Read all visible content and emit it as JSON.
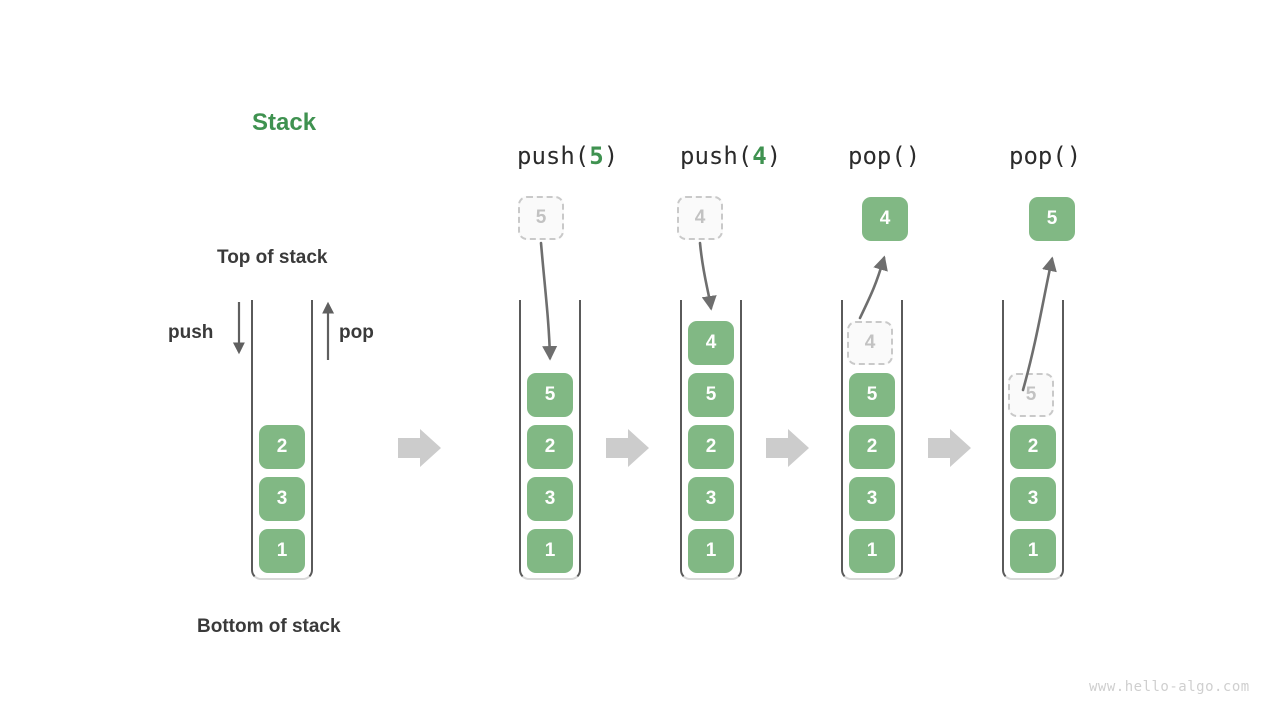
{
  "title": "Stack",
  "annotations": {
    "top_label": "Top of stack",
    "bottom_label": "Bottom of stack",
    "push_label": "push",
    "pop_label": "pop"
  },
  "watermark": "www.hello-algo.com",
  "colors": {
    "element_green": "#81b884",
    "title_green": "#3f9250",
    "ghost_border": "#c9c9c9",
    "ghost_text": "#c2c2c2",
    "label_dark": "#3a3a3a",
    "flow_arrow_gray": "#cccccc",
    "thin_arrow_gray": "#6e6e6e",
    "watermark_gray": "#cfcfcf"
  },
  "columns": [
    {
      "id": "initial",
      "op_prefix": "",
      "op_arg": "",
      "op_suffix": "",
      "has_op_label": false,
      "stack_values": [
        "2",
        "3",
        "1"
      ],
      "floating": null,
      "ghost_in_stack": null
    },
    {
      "id": "push-5",
      "op_prefix": "push(",
      "op_arg": "5",
      "op_suffix": ")",
      "has_op_label": true,
      "stack_values": [
        "5",
        "2",
        "3",
        "1"
      ],
      "floating": {
        "value": "5",
        "kind": "ghost"
      },
      "ghost_in_stack": null
    },
    {
      "id": "push-4",
      "op_prefix": "push(",
      "op_arg": "4",
      "op_suffix": ")",
      "has_op_label": true,
      "stack_values": [
        "4",
        "5",
        "2",
        "3",
        "1"
      ],
      "floating": {
        "value": "4",
        "kind": "ghost"
      },
      "ghost_in_stack": null
    },
    {
      "id": "pop-4",
      "op_prefix": "pop(",
      "op_arg": "",
      "op_suffix": ")",
      "has_op_label": true,
      "stack_values": [
        "5",
        "2",
        "3",
        "1"
      ],
      "floating": {
        "value": "4",
        "kind": "solid"
      },
      "ghost_in_stack": {
        "value": "4"
      }
    },
    {
      "id": "pop-5",
      "op_prefix": "pop(",
      "op_arg": "",
      "op_suffix": ")",
      "has_op_label": true,
      "stack_values": [
        "2",
        "3",
        "1"
      ],
      "floating": {
        "value": "5",
        "kind": "solid"
      },
      "ghost_in_stack": {
        "value": "5"
      }
    }
  ],
  "flow_arrows_count": 4
}
